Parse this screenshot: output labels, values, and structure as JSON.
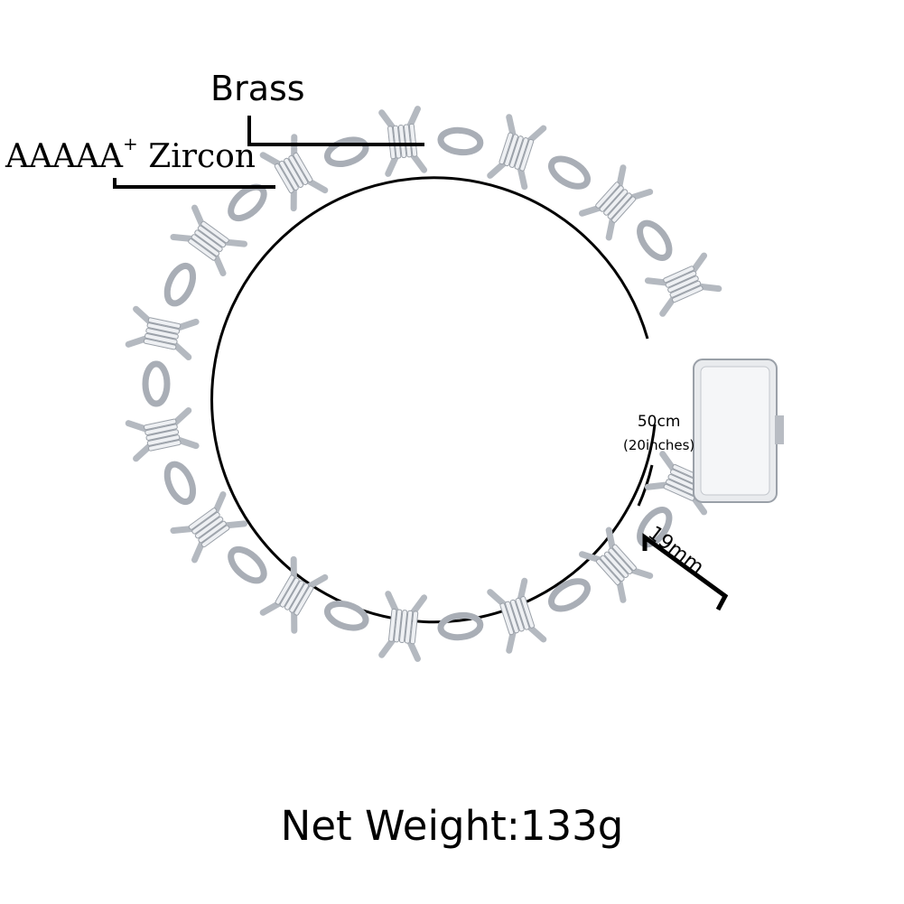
{
  "labels": {
    "material": "Brass",
    "stone_grade": "AAAAA",
    "stone_grade_sup": "+",
    "stone": "Zircon",
    "length_cm": "50cm",
    "length_in": "(20inches)",
    "width": "19mm",
    "weight": "Net Weight:133g"
  },
  "colors": {
    "metal": "#c9ccd2",
    "stones": "#eef0f3",
    "line": "#000000"
  }
}
